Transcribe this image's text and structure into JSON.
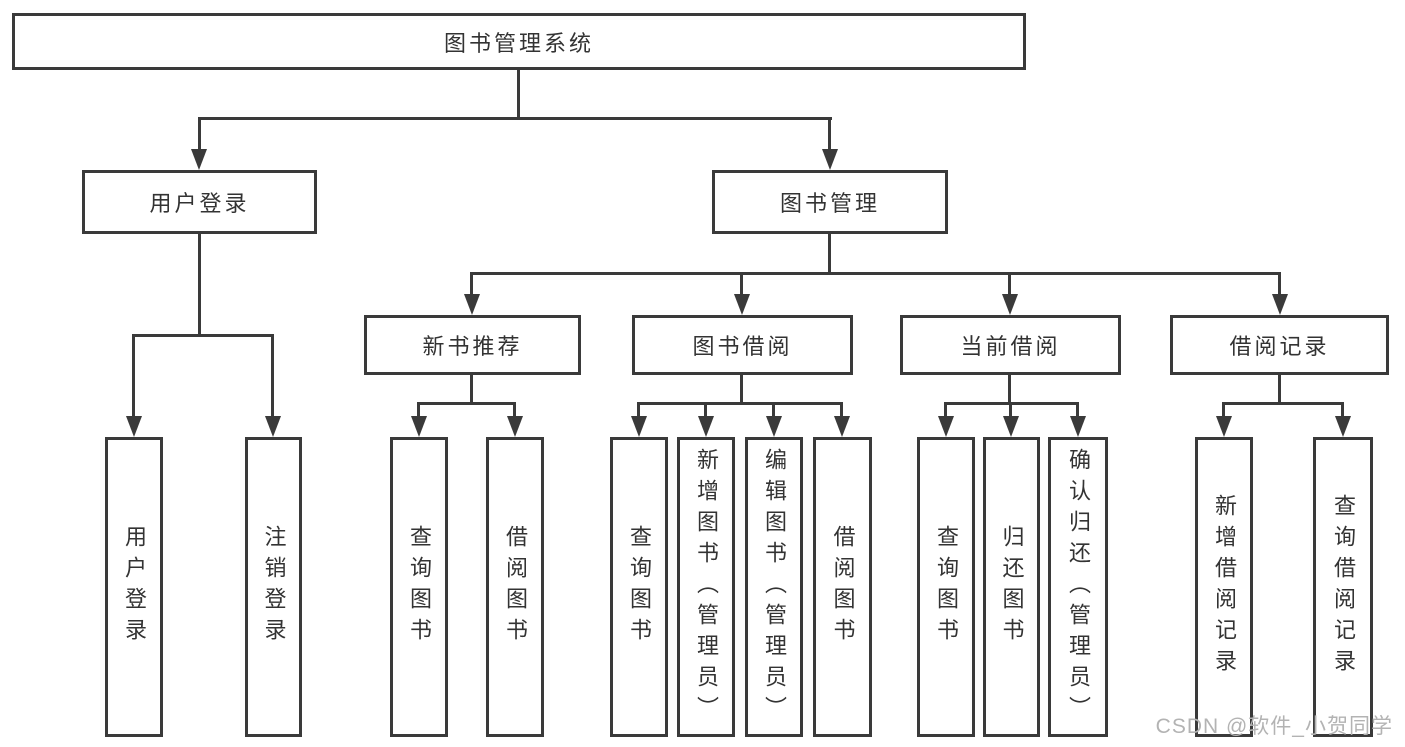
{
  "colors": {
    "line": "#3a3a3a",
    "text": "#333333",
    "watermark": "#b3b3b3",
    "background": "#ffffff"
  },
  "watermark": {
    "text": "CSDN @软件_小贺同学"
  },
  "tree": {
    "root": {
      "label": "图书管理系统"
    },
    "branches": [
      {
        "label": "用户登录",
        "children": [
          {
            "label": "用户登录"
          },
          {
            "label": "注销登录"
          }
        ]
      },
      {
        "label": "图书管理",
        "children": [
          {
            "label": "新书推荐",
            "children": [
              {
                "label": "查询图书"
              },
              {
                "label": "借阅图书"
              }
            ]
          },
          {
            "label": "图书借阅",
            "children": [
              {
                "label": "查询图书"
              },
              {
                "label": "新增图书（管理员）"
              },
              {
                "label": "编辑图书（管理员）"
              },
              {
                "label": "借阅图书"
              }
            ]
          },
          {
            "label": "当前借阅",
            "children": [
              {
                "label": "查询图书"
              },
              {
                "label": "归还图书"
              },
              {
                "label": "确认归还（管理员）"
              }
            ]
          },
          {
            "label": "借阅记录",
            "children": [
              {
                "label": "新增借阅记录"
              },
              {
                "label": "查询借阅记录"
              }
            ]
          }
        ]
      }
    ]
  }
}
